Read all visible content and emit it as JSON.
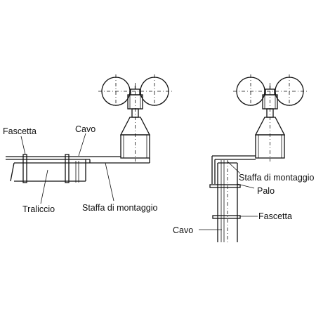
{
  "labels": {
    "left": {
      "fascetta": "Fascetta",
      "cavo": "Cavo",
      "traliccio": "Traliccio",
      "staffa": "Staffa di montaggio"
    },
    "right": {
      "staffa": "Staffa di montaggio",
      "palo": "Palo",
      "fascetta": "Fascetta",
      "cavo": "Cavo"
    }
  },
  "colors": {
    "ink": "#111111",
    "background": "#ffffff"
  }
}
